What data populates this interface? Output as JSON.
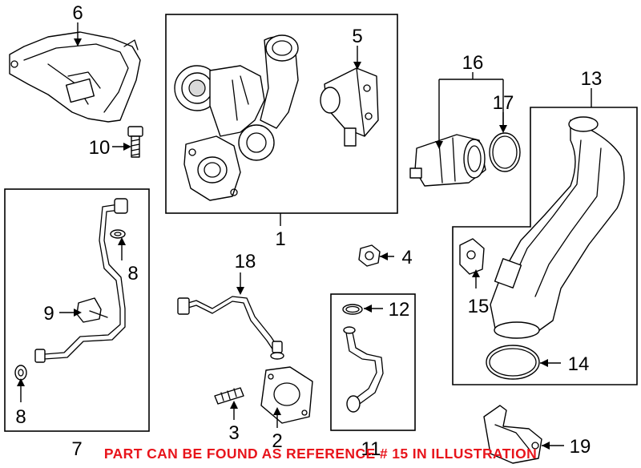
{
  "callouts": {
    "c1": "1",
    "c2": "2",
    "c3": "3",
    "c4": "4",
    "c5": "5",
    "c6": "6",
    "c7": "7",
    "c8a": "8",
    "c8b": "8",
    "c9": "9",
    "c10": "10",
    "c11": "11",
    "c12": "12",
    "c13": "13",
    "c14": "14",
    "c15": "15",
    "c16": "16",
    "c17": "17",
    "c18": "18",
    "c19": "19"
  },
  "notice": {
    "text": "PART CAN BE FOUND AS REFERENCE # 15 IN ILLUSTRATION",
    "color": "#e8141b"
  },
  "colors": {
    "line": "#000000",
    "background": "#ffffff"
  }
}
